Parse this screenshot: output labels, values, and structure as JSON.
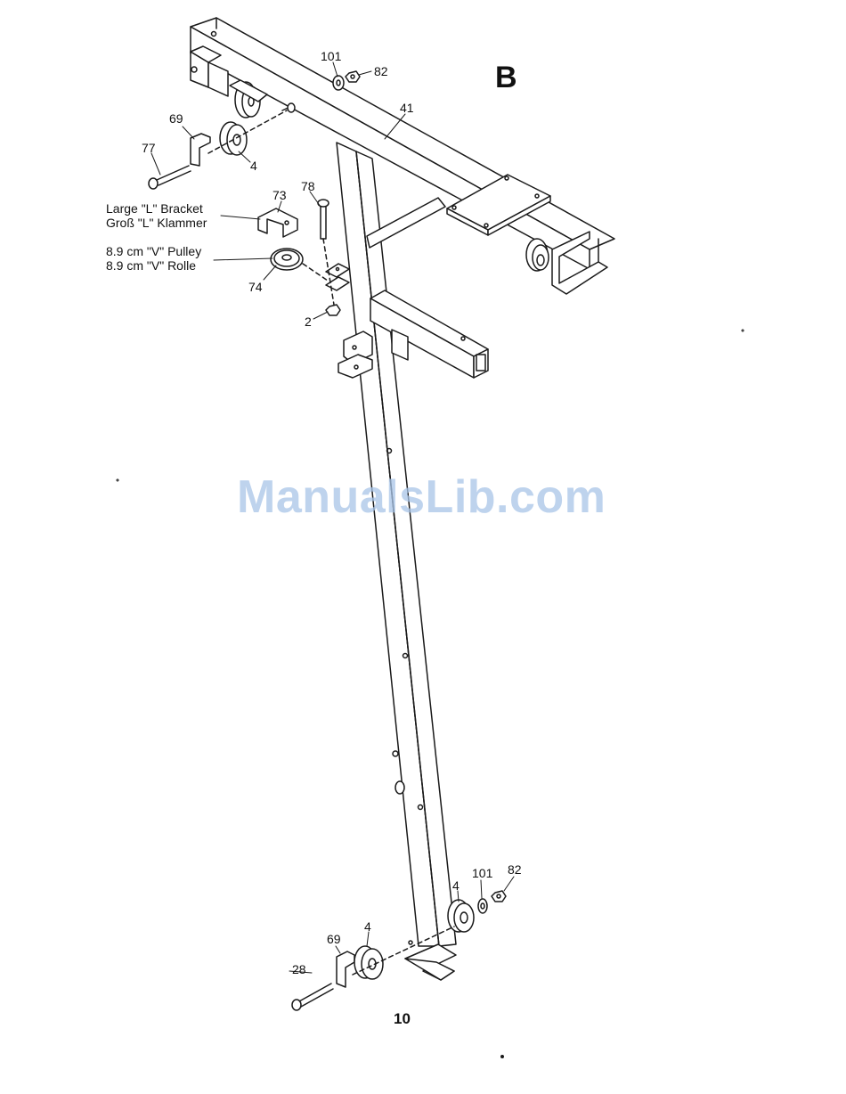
{
  "section_letter": "B",
  "page_number": "10",
  "watermark": "ManualsLib.com",
  "callouts": {
    "large_l_bracket": {
      "line1": "Large \"L\" Bracket",
      "line2": "Groß \"L\" Klammer"
    },
    "v_pulley": {
      "line1": "8.9 cm \"V\" Pulley",
      "line2": "8.9 cm \"V\" Rolle"
    }
  },
  "part_labels": {
    "p101_top": "101",
    "p82_top": "82",
    "p41": "41",
    "p69_top": "69",
    "p77": "77",
    "p4_top": "4",
    "p78": "78",
    "p73": "73",
    "p74": "74",
    "p2": "2",
    "p4_right": "4",
    "p101_bottom": "101",
    "p82_bottom": "82",
    "p69_bottom": "69",
    "p4_bottom": "4",
    "p28": "28"
  }
}
